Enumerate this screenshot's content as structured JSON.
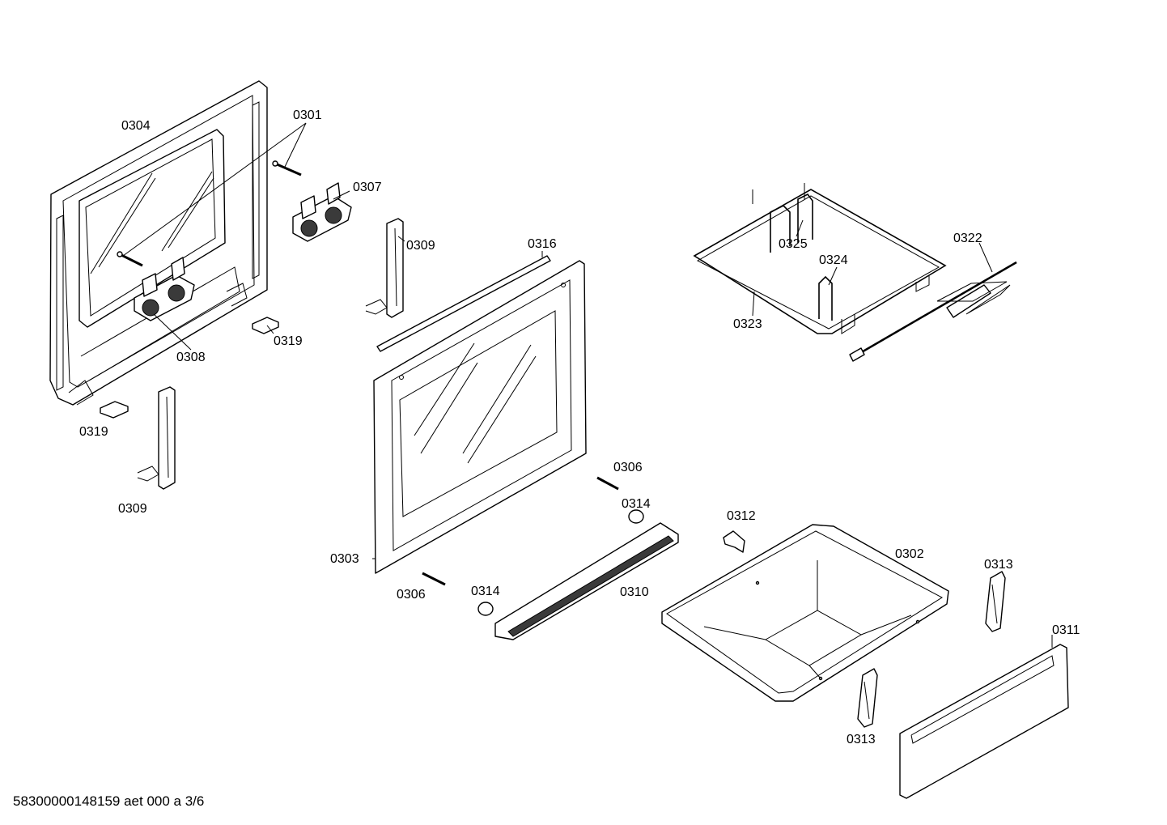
{
  "diagram": {
    "labels": {
      "p0301": "0301",
      "p0302": "0302",
      "p0303": "0303",
      "p0304": "0304",
      "p0306a": "0306",
      "p0306b": "0306",
      "p0307": "0307",
      "p0308": "0308",
      "p0309a": "0309",
      "p0309b": "0309",
      "p0310": "0310",
      "p0311": "0311",
      "p0312": "0312",
      "p0313a": "0313",
      "p0313b": "0313",
      "p0314a": "0314",
      "p0314b": "0314",
      "p0316": "0316",
      "p0319a": "0319",
      "p0319b": "0319",
      "p0322": "0322",
      "p0323": "0323",
      "p0324": "0324",
      "p0325": "0325"
    },
    "footer": "58300000148159 aet 000 a 3/6"
  },
  "colors": {
    "line": "#000000",
    "background": "#ffffff"
  }
}
